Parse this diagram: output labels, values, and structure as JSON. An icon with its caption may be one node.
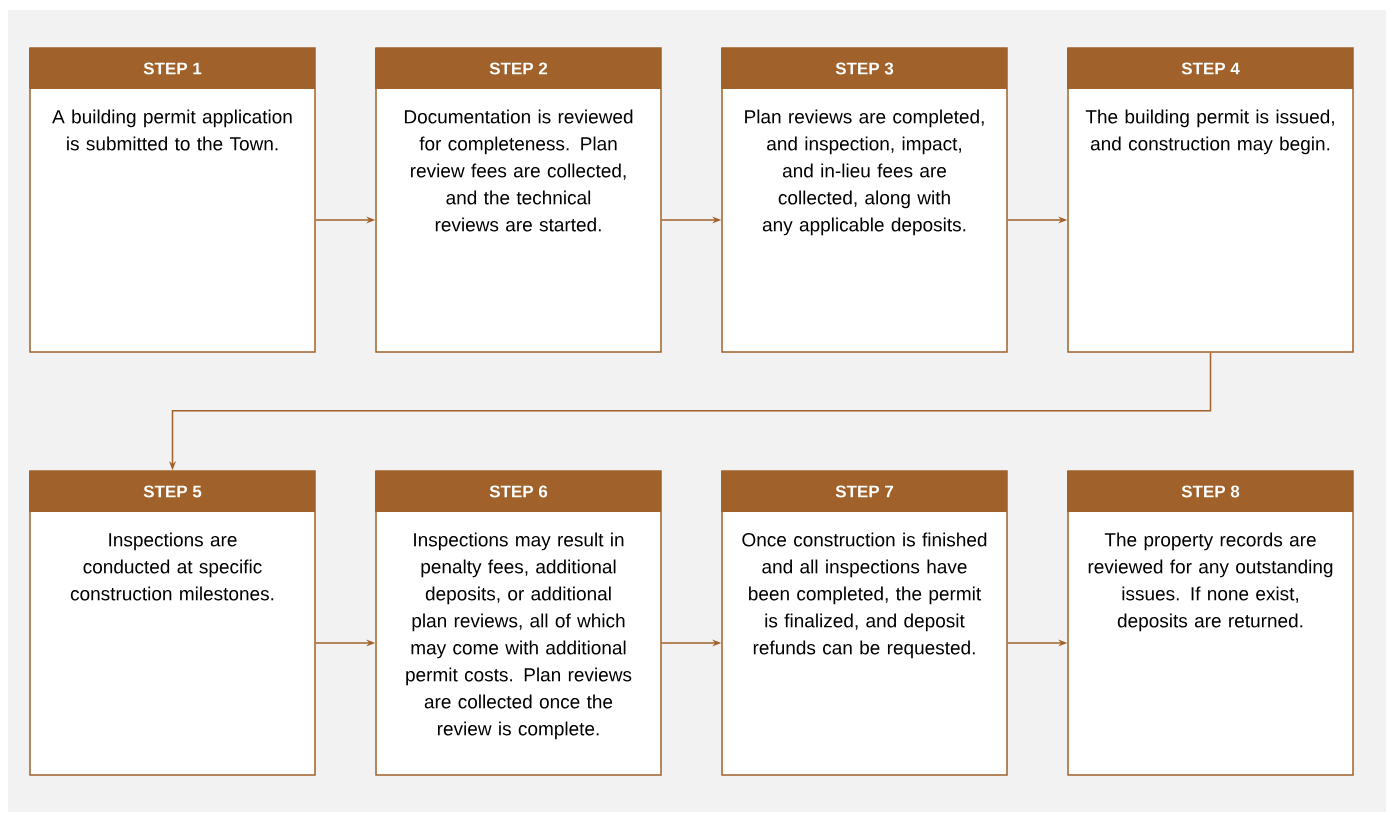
{
  "diagram": {
    "nodes": [
      {
        "text": [
          "STEP 1",
          "A building permit application is submitted to the Town."
        ]
      },
      {
        "text": [
          "STEP 2",
          "Documentation is reviewed for completeness. Plan review fees are collected, and the technical reviews are started."
        ]
      },
      {
        "text": [
          "STEP 3",
          "Plan reviews are completed, and inspection, impact, and in-lieu fees are collected, along with any applicable deposits."
        ]
      },
      {
        "text": [
          "STEP 4",
          "The building permit is issued, and construction may begin."
        ]
      },
      {
        "text": [
          "STEP 5",
          "Inspections are conducted at specific construction milestones."
        ]
      },
      {
        "text": [
          "STEP 6",
          "Inspections may result in penalty fees, additional deposits, or additional plan reviews, all of which may come with additional permit costs. Plan reviews are collected once the review is complete."
        ]
      },
      {
        "text": [
          "STEP 7",
          "Once construction is finished and all inspections have been completed, the permit is finalized, and deposit refunds can be requested."
        ]
      },
      {
        "text": [
          "STEP 8",
          "The property records are reviewed for any outstanding issues. If none exist, deposits are returned."
        ]
      }
    ],
    "edges": [
      {
        "from": 0,
        "to": 1,
        "arrow": "to"
      },
      {
        "from": 1,
        "to": 2,
        "arrow": "to"
      },
      {
        "from": 2,
        "to": 3,
        "arrow": "to"
      },
      {
        "from": 3,
        "to": 4,
        "arrow": "to"
      },
      {
        "from": 4,
        "to": 5,
        "arrow": "to"
      },
      {
        "from": 5,
        "to": 6,
        "arrow": "to"
      },
      {
        "from": 6,
        "to": 7,
        "arrow": "to"
      }
    ]
  }
}
